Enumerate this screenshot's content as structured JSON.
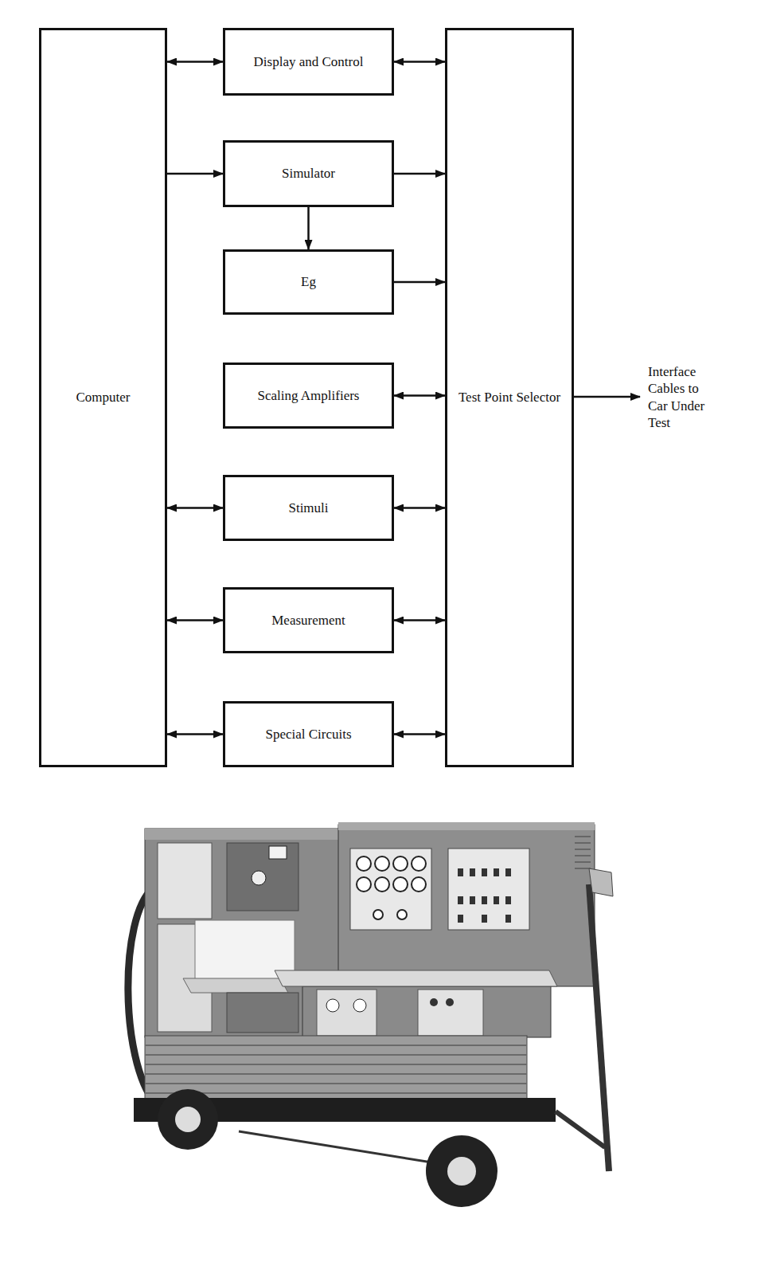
{
  "diagram": {
    "nodes": [
      {
        "text": [
          "Computer"
        ]
      },
      {
        "text": [
          "Display and Control"
        ]
      },
      {
        "text": [
          "Simulator"
        ]
      },
      {
        "text": [
          "Eg"
        ]
      },
      {
        "text": [
          "Scaling Amplifiers"
        ]
      },
      {
        "text": [
          "Stimuli"
        ]
      },
      {
        "text": [
          "Measurement"
        ]
      },
      {
        "text": [
          "Special Circuits"
        ]
      },
      {
        "text": [
          "Test Point Selector"
        ]
      }
    ],
    "edges": [
      {
        "from": 0,
        "to": 1,
        "arrow": "both"
      },
      {
        "from": 1,
        "to": 8,
        "arrow": "both"
      },
      {
        "from": 0,
        "to": 2,
        "arrow": "to"
      },
      {
        "from": 2,
        "to": 8,
        "arrow": "to"
      },
      {
        "from": 2,
        "to": 3,
        "arrow": "to"
      },
      {
        "from": 3,
        "to": 8,
        "arrow": "to"
      },
      {
        "from": 4,
        "to": 8,
        "arrow": "both"
      },
      {
        "from": 0,
        "to": 5,
        "arrow": "both"
      },
      {
        "from": 5,
        "to": 8,
        "arrow": "both"
      },
      {
        "from": 0,
        "to": 6,
        "arrow": "both"
      },
      {
        "from": 6,
        "to": 8,
        "arrow": "both"
      },
      {
        "from": 0,
        "to": 7,
        "arrow": "both"
      },
      {
        "from": 7,
        "to": 8,
        "arrow": "both"
      }
    ],
    "labels": [
      "Interface Cables to Car Under Test"
    ]
  }
}
